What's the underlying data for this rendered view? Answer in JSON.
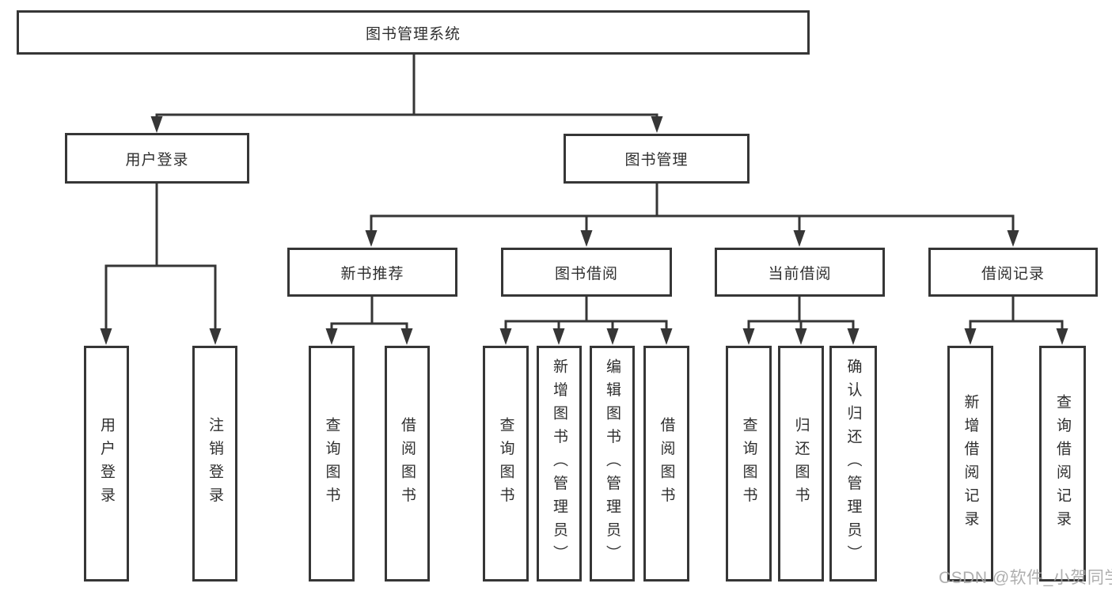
{
  "tree": {
    "label": "图书管理系统",
    "children": [
      {
        "label": "用户登录",
        "children": [
          {
            "label": "用户登录"
          },
          {
            "label": "注销登录"
          }
        ]
      },
      {
        "label": "图书管理",
        "children": [
          {
            "label": "新书推荐",
            "children": [
              {
                "label": "查询图书"
              },
              {
                "label": "借阅图书"
              }
            ]
          },
          {
            "label": "图书借阅",
            "children": [
              {
                "label": "查询图书"
              },
              {
                "label": "新增图书（管理员）"
              },
              {
                "label": "编辑图书（管理员）"
              },
              {
                "label": "借阅图书"
              }
            ]
          },
          {
            "label": "当前借阅",
            "children": [
              {
                "label": "查询图书"
              },
              {
                "label": "归还图书"
              },
              {
                "label": "确认归还（管理员）"
              }
            ]
          },
          {
            "label": "借阅记录",
            "children": [
              {
                "label": "新增借阅记录"
              },
              {
                "label": "查询借阅记录"
              }
            ]
          }
        ]
      }
    ]
  },
  "watermark": "CSDN @软件_小贺同学",
  "colors": {
    "ink": "#363636",
    "text": "#2f2f2f",
    "watermark": "#a6a6a6",
    "background": "#ffffff"
  }
}
